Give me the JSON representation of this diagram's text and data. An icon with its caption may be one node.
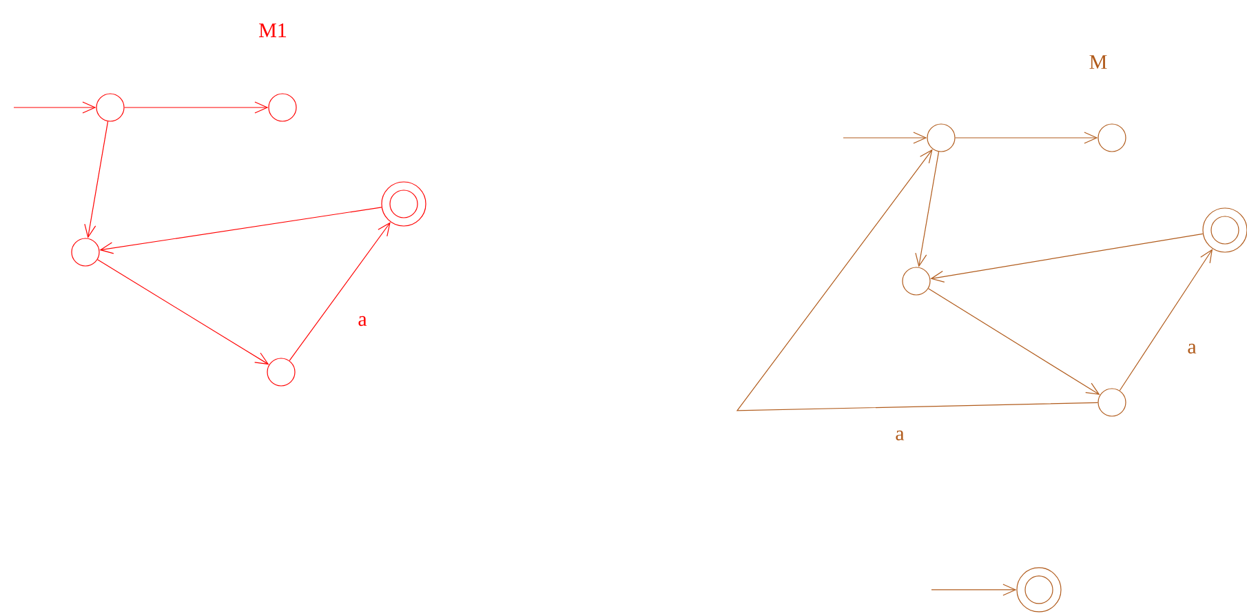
{
  "diagram": {
    "nodes": [
      {
        "text": [],
        "shape": "circle"
      },
      {
        "text": [],
        "shape": "circle"
      },
      {
        "text": [],
        "shape": "circle"
      },
      {
        "text": [],
        "shape": "circle"
      },
      {
        "text": [],
        "shape": "circle"
      },
      {
        "text": [],
        "shape": "circle"
      },
      {
        "text": [],
        "shape": "circle"
      },
      {
        "text": [],
        "shape": "circle"
      },
      {
        "text": [],
        "shape": "circle"
      },
      {
        "text": [],
        "shape": "circle"
      },
      {
        "text": [],
        "shape": "circle"
      }
    ],
    "edges": [
      {
        "from": null,
        "to": 0,
        "arrow": "to",
        "color": "#ff0000"
      },
      {
        "from": 0,
        "to": 1,
        "arrow": "to",
        "color": "#ff0000"
      },
      {
        "from": 0,
        "to": 2,
        "arrow": "to",
        "color": "#ff0000"
      },
      {
        "from": 4,
        "to": 2,
        "arrow": "to",
        "color": "#ff0000"
      },
      {
        "from": 2,
        "to": 3,
        "arrow": "to",
        "color": "#ff0000"
      },
      {
        "from": 3,
        "to": 4,
        "arrow": "to",
        "label": "a",
        "color": "#ff0000"
      },
      {
        "from": null,
        "to": 5,
        "arrow": "to"
      },
      {
        "from": 5,
        "to": 6,
        "arrow": "to"
      },
      {
        "from": 5,
        "to": 7,
        "arrow": "to"
      },
      {
        "from": 9,
        "to": 7,
        "arrow": "to"
      },
      {
        "from": 7,
        "to": 8,
        "arrow": "to"
      },
      {
        "from": 8,
        "to": 9,
        "arrow": "to",
        "label": "a"
      },
      {
        "from": 8,
        "to": 5,
        "arrow": "to",
        "label": "a"
      },
      {
        "from": null,
        "to": 10,
        "arrow": "to"
      }
    ],
    "labels": [
      "M1",
      "M"
    ]
  }
}
